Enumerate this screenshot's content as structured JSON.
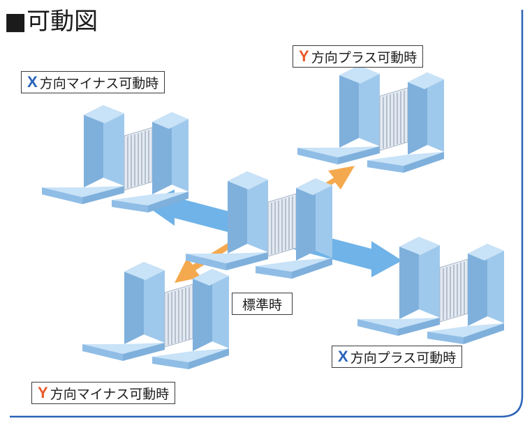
{
  "title": "■可動図",
  "labels": {
    "x_minus": {
      "axis": "X",
      "text": "方向マイナス可動時"
    },
    "y_plus": {
      "axis": "Y",
      "text": "方向プラス可動時"
    },
    "center": {
      "text": "標準時"
    },
    "x_plus": {
      "axis": "X",
      "text": "方向プラス可動時"
    },
    "y_minus": {
      "axis": "Y",
      "text": "方向マイナス可動時"
    }
  },
  "colors": {
    "x_axis": "#2a63b8",
    "y_axis": "#e8592a",
    "x_arrow": "#6fb3e8",
    "y_arrow": "#f5a94e",
    "frame": "#2a63b8",
    "block_front": "#9fc9ec",
    "block_top": "#c8e2f7",
    "block_side": "#7fb0dc",
    "gate": "#e4eaf2"
  }
}
